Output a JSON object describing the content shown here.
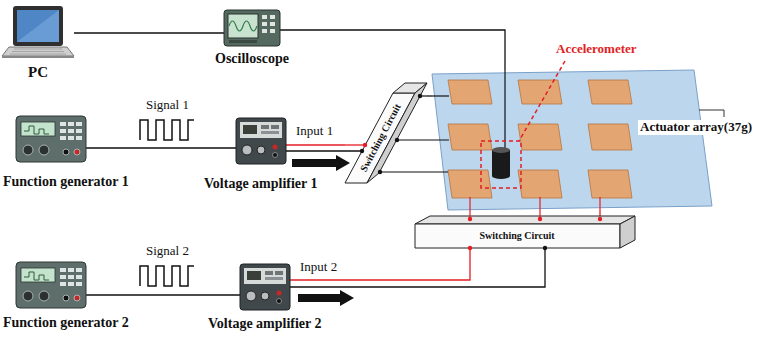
{
  "diagram": {
    "nodes": [
      {
        "text": [
          "PC"
        ]
      },
      {
        "text": [
          "Oscilloscope"
        ]
      },
      {
        "text": [
          "Function generator 1"
        ]
      },
      {
        "text": [
          "Voltage amplifier 1"
        ]
      },
      {
        "text": [
          "Switching Circuit"
        ]
      },
      {
        "text": [
          "Actuator array(37g)"
        ]
      },
      {
        "text": [
          "Function generator 2"
        ]
      },
      {
        "text": [
          "Voltage amplifier 2"
        ]
      },
      {
        "text": [
          "Switching Circuit"
        ]
      }
    ],
    "edges": [
      {
        "from": 0,
        "to": 1,
        "arrow": "none"
      },
      {
        "from": 1,
        "to": 5,
        "arrow": "none"
      },
      {
        "from": 2,
        "to": 3,
        "arrow": "none"
      },
      {
        "from": 3,
        "to": 4,
        "arrow": "none"
      },
      {
        "from": 4,
        "to": 5,
        "arrow": "none"
      },
      {
        "from": 6,
        "to": 7,
        "arrow": "none"
      },
      {
        "from": 7,
        "to": 8,
        "arrow": "none"
      },
      {
        "from": 8,
        "to": 5,
        "arrow": "none"
      }
    ],
    "labels": [
      "Accelerometer",
      "Signal 1",
      "Input 1",
      "Signal 2",
      "Input 2"
    ]
  }
}
